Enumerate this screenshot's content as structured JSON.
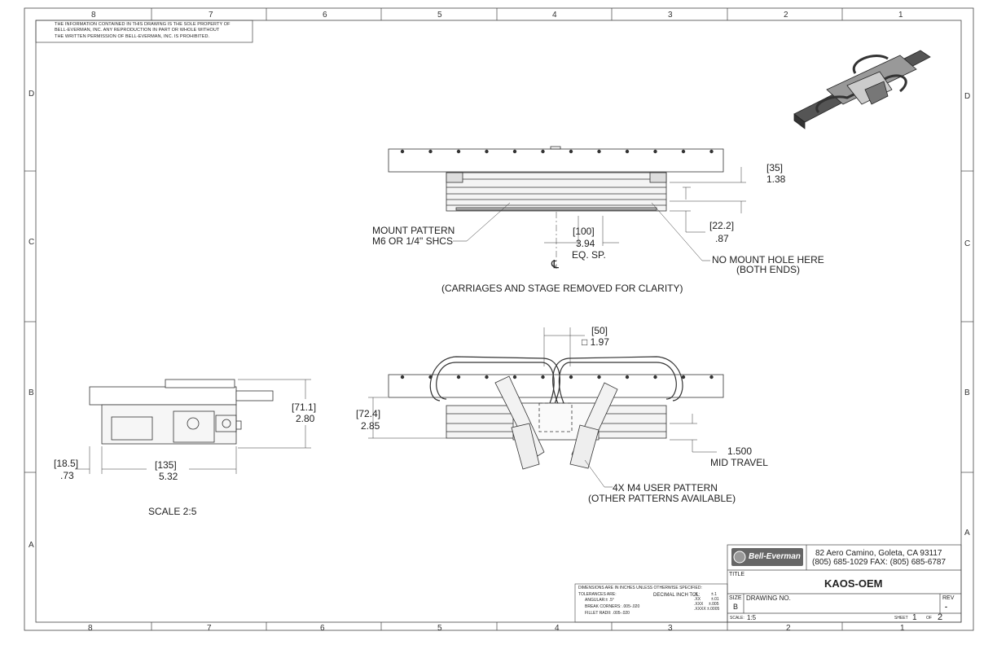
{
  "zones": {
    "top": [
      "8",
      "7",
      "6",
      "5",
      "4",
      "3",
      "2",
      "1"
    ],
    "bottom": [
      "8",
      "7",
      "6",
      "5",
      "4",
      "3",
      "2",
      "1"
    ],
    "left": [
      "D",
      "C",
      "B",
      "A"
    ],
    "right": [
      "D",
      "C",
      "B",
      "A"
    ]
  },
  "proprietary_notice": [
    "THE INFORMATION CONTAINED IN THIS DRAWING IS THE SOLE PROPERTY OF",
    "BELL-EVERMAN, INC. ANY REPRODUCTION IN PART OR WHOLE WITHOUT",
    "THE WRITTEN PERMISSION OF BELL-EVERMAN, INC. IS PROHIBITED."
  ],
  "top_view": {
    "dim_35_bracket": "[35]",
    "dim_35": "1.38",
    "dim_222_bracket": "[22.2]",
    "dim_222": ".87",
    "dim_100_bracket": "[100]",
    "dim_100": "3.94",
    "eq_sp": "EQ. SP.",
    "centerline": "℄",
    "mount_pattern_1": "MOUNT PATTERN",
    "mount_pattern_2": "M6 OR 1/4\" SHCS",
    "no_mount_1": "NO MOUNT HOLE HERE",
    "no_mount_2": "(BOTH ENDS)",
    "caption": "(CARRIAGES AND STAGE REMOVED FOR CLARITY)"
  },
  "front_view": {
    "dim_50_bracket": "[50]",
    "dim_50": "□ 1.97",
    "dim_724_bracket": "[72.4]",
    "dim_724": "2.85",
    "mid_travel_1": "1.500",
    "mid_travel_2": "MID TRAVEL",
    "user_pattern_1": "4X M4 USER PATTERN",
    "user_pattern_2": "(OTHER PATTERNS AVAILABLE)"
  },
  "side_view": {
    "dim_711_bracket": "[71.1]",
    "dim_711": "2.80",
    "dim_185_bracket": "[18.5]",
    "dim_185": ".73",
    "dim_135_bracket": "[135]",
    "dim_135": "5.32",
    "scale": "SCALE 2:5"
  },
  "tolerance_block": {
    "line1": "DIMENSIONS ARE IN INCHES UNLESS OTHERWISE SPECIFIED:",
    "line2": "TOLERANCES ARE:",
    "decimal_tol": "DECIMAL INCH TOL:",
    "angular": "ANGULAR:± .5°",
    "break_corners": "BREAK CORNERS: .005-.020",
    "fillet": "FILLET RADII: .005-.020",
    "x": ".X",
    "x_val": "±.1",
    "xx": ".XX",
    "xx_val": "±.01",
    "xxx": ".XXX",
    "xxx_val": "±.005",
    "xxxx": ".XXXX",
    "xxxx_val": "±.0005"
  },
  "title_block": {
    "company": "Bell-Everman",
    "address": "82 Aero Camino, Goleta, CA 93117",
    "phone": "(805) 685-1029 FAX: (805) 685-6787",
    "title_label": "TITLE",
    "title": "KAOS-OEM",
    "size_label": "SIZE",
    "size": "B",
    "drawing_no_label": "DRAWING NO.",
    "rev_label": "REV",
    "rev": "-",
    "scale_label": "SCALE:",
    "scale": "1:5",
    "sheet_label": "SHEET",
    "sheet": "1",
    "of_label": "OF",
    "of": "2"
  }
}
